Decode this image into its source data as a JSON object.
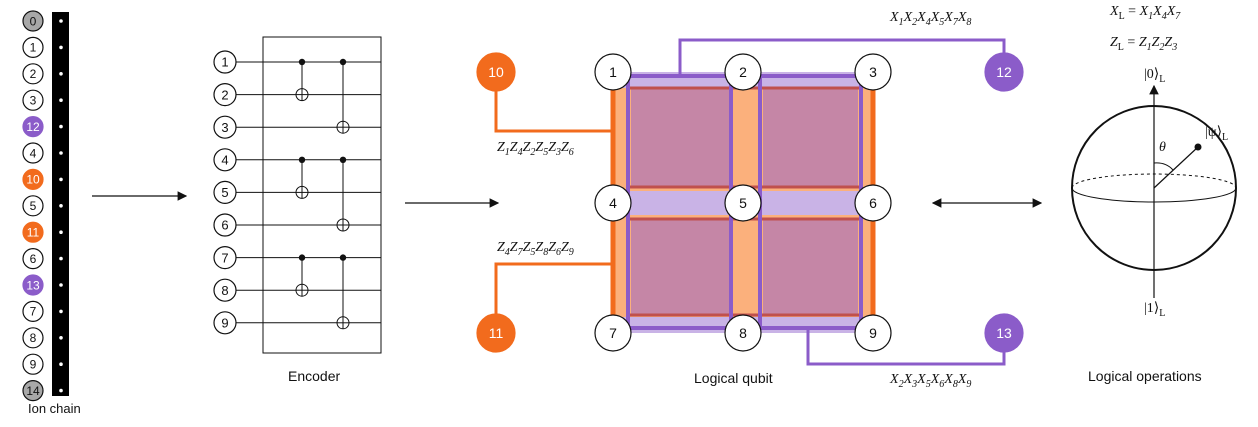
{
  "colors": {
    "orange": "#F26B1D",
    "orange_light": "#FBB07C",
    "purple": "#8B5CC9",
    "purple_light": "#C9B3E6",
    "mauve": "#C586A6",
    "red_line": "#C0504D",
    "gray": "#A8A8A8",
    "line": "#111111"
  },
  "ion_chain": {
    "label": "Ion chain",
    "ions": [
      {
        "text": "0",
        "kind": "gray"
      },
      {
        "text": "1",
        "kind": "white"
      },
      {
        "text": "2",
        "kind": "white"
      },
      {
        "text": "3",
        "kind": "white"
      },
      {
        "text": "12",
        "kind": "purple"
      },
      {
        "text": "4",
        "kind": "white"
      },
      {
        "text": "10",
        "kind": "orange"
      },
      {
        "text": "5",
        "kind": "white"
      },
      {
        "text": "11",
        "kind": "orange"
      },
      {
        "text": "6",
        "kind": "white"
      },
      {
        "text": "13",
        "kind": "purple"
      },
      {
        "text": "7",
        "kind": "white"
      },
      {
        "text": "8",
        "kind": "white"
      },
      {
        "text": "9",
        "kind": "white"
      },
      {
        "text": "14",
        "kind": "gray"
      }
    ]
  },
  "encoder": {
    "label": "Encoder",
    "wires": [
      "1",
      "2",
      "3",
      "4",
      "5",
      "6",
      "7",
      "8",
      "9"
    ]
  },
  "logical_qubit": {
    "label": "Logical qubit",
    "data_qubits": [
      "1",
      "2",
      "3",
      "4",
      "5",
      "6",
      "7",
      "8",
      "9"
    ],
    "ancillas": [
      {
        "text": "10",
        "kind": "orange"
      },
      {
        "text": "11",
        "kind": "orange"
      },
      {
        "text": "12",
        "kind": "purple"
      },
      {
        "text": "13",
        "kind": "purple"
      }
    ],
    "stabilizers": {
      "z_top": [
        "Z",
        "1",
        "Z",
        "4",
        "Z",
        "2",
        "Z",
        "5",
        "Z",
        "3",
        "Z",
        "6"
      ],
      "z_bottom": [
        "Z",
        "4",
        "Z",
        "7",
        "Z",
        "5",
        "Z",
        "8",
        "Z",
        "6",
        "Z",
        "9"
      ],
      "x_top": [
        "X",
        "1",
        "X",
        "2",
        "X",
        "4",
        "X",
        "5",
        "X",
        "7",
        "X",
        "8"
      ],
      "x_bottom": [
        "X",
        "2",
        "X",
        "3",
        "X",
        "5",
        "X",
        "6",
        "X",
        "8",
        "X",
        "9"
      ]
    }
  },
  "logical_operations": {
    "label": "Logical operations",
    "xl": {
      "lhs": "X",
      "lhs_sub": "L",
      "rhs": [
        "X",
        "1",
        "X",
        "4",
        "X",
        "7"
      ]
    },
    "zl": {
      "lhs": "Z",
      "lhs_sub": "L",
      "rhs": [
        "Z",
        "1",
        "Z",
        "2",
        "Z",
        "3"
      ]
    },
    "ket0": "|0⟩",
    "ket1": "|1⟩",
    "ket_sub": "L",
    "psi": "|ψ⟩",
    "psi_sub": "L",
    "theta": "θ"
  }
}
